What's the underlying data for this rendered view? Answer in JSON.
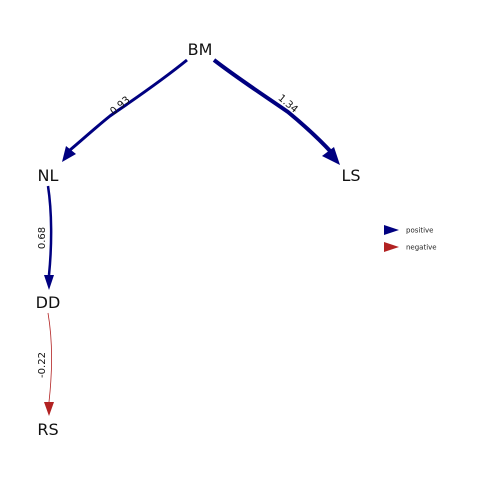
{
  "colors": {
    "positive": "#000080",
    "negative": "#B22222",
    "text": "#111111",
    "background": "#ffffff"
  },
  "nodes": {
    "bm": "BM",
    "nl": "NL",
    "ls": "LS",
    "dd": "DD",
    "rs": "RS"
  },
  "edges": [
    {
      "from": "BM",
      "to": "NL",
      "weight": 0.93,
      "label": "0.93",
      "sign": "positive"
    },
    {
      "from": "BM",
      "to": "LS",
      "weight": 1.34,
      "label": "1.34",
      "sign": "positive"
    },
    {
      "from": "NL",
      "to": "DD",
      "weight": 0.68,
      "label": "0.68",
      "sign": "positive"
    },
    {
      "from": "DD",
      "to": "RS",
      "weight": -0.22,
      "label": "-0.22",
      "sign": "negative"
    }
  ],
  "legend": {
    "positive": "positive",
    "negative": "negative"
  }
}
